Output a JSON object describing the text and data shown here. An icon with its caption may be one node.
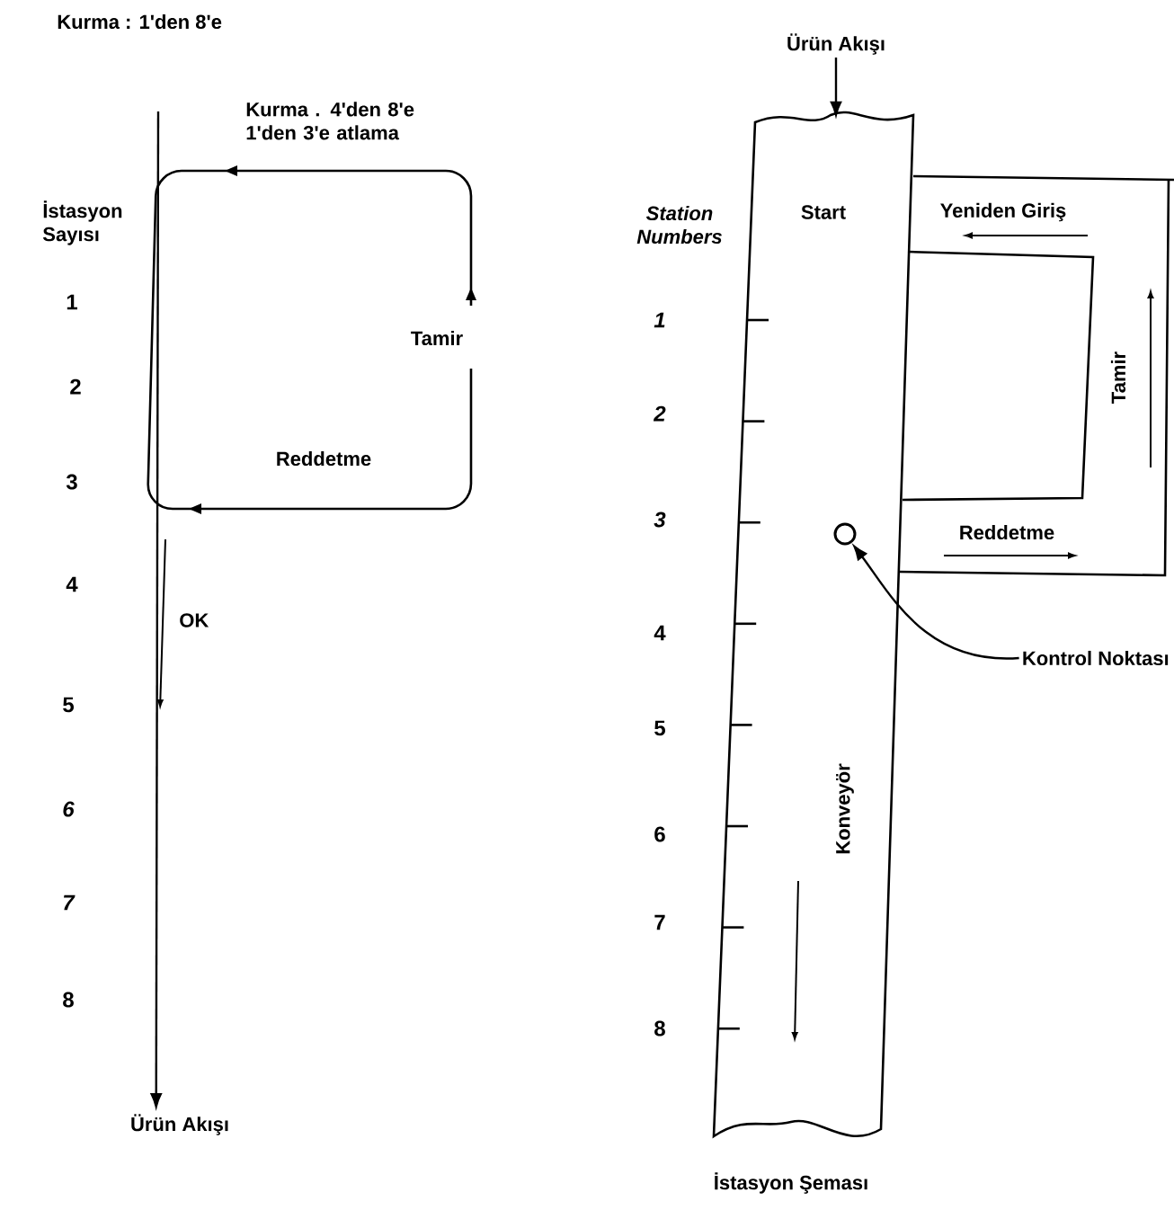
{
  "diagram": {
    "caption": "İstasyon Şeması",
    "nodes": [
      {
        "text": [
          "Ürün Akışı"
        ]
      },
      {
        "text": [
          "Ürün Akışı"
        ]
      },
      {
        "text": [
          "Start",
          "Konveyör"
        ]
      },
      {
        "text": [],
        "shape": "circle",
        "in": 2
      },
      {
        "text": [
          "Kontrol Noktası"
        ]
      }
    ],
    "edges": [
      {
        "from": null,
        "to": 0,
        "arrow": "to"
      },
      {
        "from": 1,
        "to": 2,
        "arrow": "to"
      },
      {
        "from": 4,
        "to": 3,
        "arrow": "to"
      }
    ],
    "labels": [
      "Kurma : 1'den 8'e",
      "Kurma . 4'den 8'e 1'den 3'e atlama",
      "İstasyon Sayısı",
      "Tamir",
      "Reddetme",
      "OK",
      "1",
      "2",
      "3",
      "4",
      "5",
      "6",
      "7",
      "8",
      "Station Numbers",
      "Yeniden Giriş",
      "Tamir",
      "Reddetme",
      "1",
      "2",
      "3",
      "4",
      "5",
      "6",
      "7",
      "8"
    ]
  }
}
